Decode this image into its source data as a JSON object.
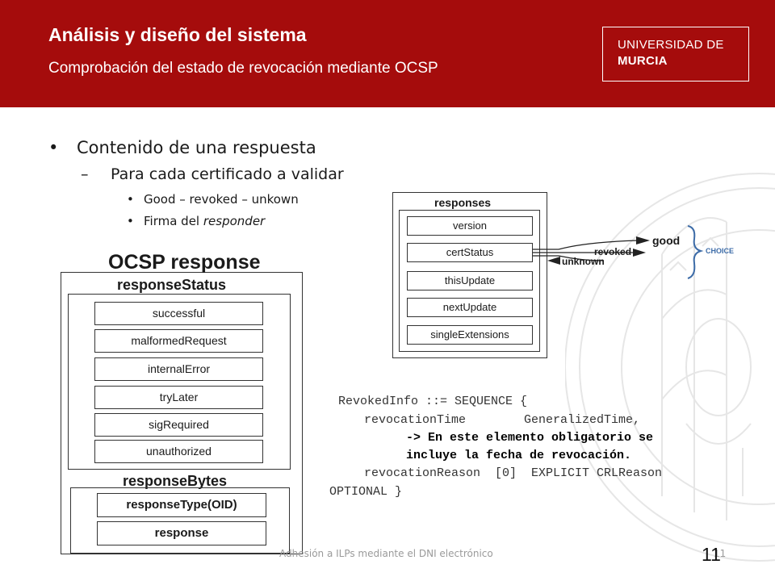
{
  "header": {
    "title": "Análisis y diseño del sistema",
    "subtitle": "Comprobación del estado de revocación mediante OCSP",
    "logo_line1": "UNIVERSIDAD DE",
    "logo_line2": "MURCIA",
    "background": "#a50c0c"
  },
  "bullets": {
    "level1": "Contenido de una respuesta",
    "level2": "Para cada certificado a validar",
    "level3": [
      {
        "text": "Good – revoked – unkown"
      },
      {
        "text_prefix": "Firma del ",
        "text_italic": "responder"
      }
    ]
  },
  "ocsp_figure": {
    "title": "OCSP response",
    "status_title": "responseStatus",
    "status_items": [
      "successful",
      "malformedRequest",
      "internalError",
      "tryLater",
      "sigRequired",
      "unauthorized"
    ],
    "bytes_title": "responseBytes",
    "bytes_items": [
      "responseType(OID)",
      "response"
    ]
  },
  "responses_figure": {
    "title": "responses",
    "items": [
      "version",
      "certStatus",
      "thisUpdate",
      "nextUpdate",
      "singleExtensions"
    ],
    "good": "good",
    "revoked": "revoked",
    "unknown": "unknown",
    "choice": "CHOICE"
  },
  "code": {
    "line1": "RevokedInfo ::= SEQUENCE {",
    "line2": "revocationTime        GeneralizedTime,",
    "line3": "-> En este elemento obligatorio se",
    "line4": "incluye la fecha de revocación.",
    "line5": "revocationReason  [0]  EXPLICIT CRLReason",
    "line6": "OPTIONAL }"
  },
  "footer": {
    "text": "Adhesión a ILPs mediante el DNI electrónico",
    "slide_number_small": "11",
    "slide_number": "11"
  }
}
